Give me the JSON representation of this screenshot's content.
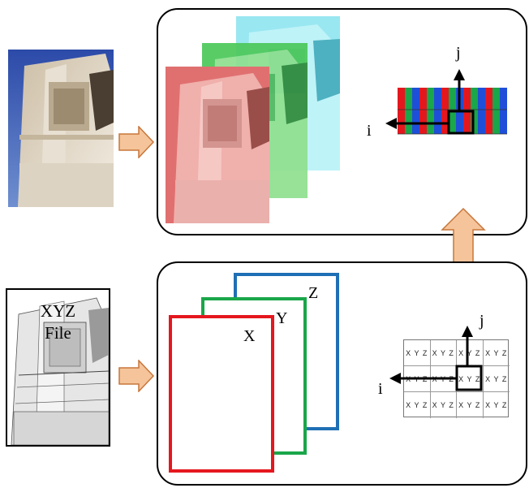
{
  "bottom_panel": {
    "layers": [
      {
        "label": "Z",
        "color": "#1f6fb5"
      },
      {
        "label": "Y",
        "color": "#1aa64a"
      },
      {
        "label": "X",
        "color": "#e5171e"
      }
    ],
    "grid": {
      "rows": 3,
      "cols": 4,
      "cell_text": "X Y Z",
      "axis_i": "i",
      "axis_j": "j"
    }
  },
  "top_panel": {
    "channels": [
      {
        "name": "blue",
        "color": "#5fd8e8"
      },
      {
        "name": "green",
        "color": "#3ec04a"
      },
      {
        "name": "red",
        "color": "#e05a5a"
      }
    ],
    "grid": {
      "stripe_colors": [
        "#e5171e",
        "#1aa64a",
        "#1f4fd8"
      ],
      "axis_i": "i",
      "axis_j": "j"
    }
  },
  "xyz_file": {
    "label_line1": "XYZ",
    "label_line2": "File"
  },
  "colors": {
    "arrow_fill": "#f5c49a",
    "arrow_stroke": "#c8763a"
  }
}
